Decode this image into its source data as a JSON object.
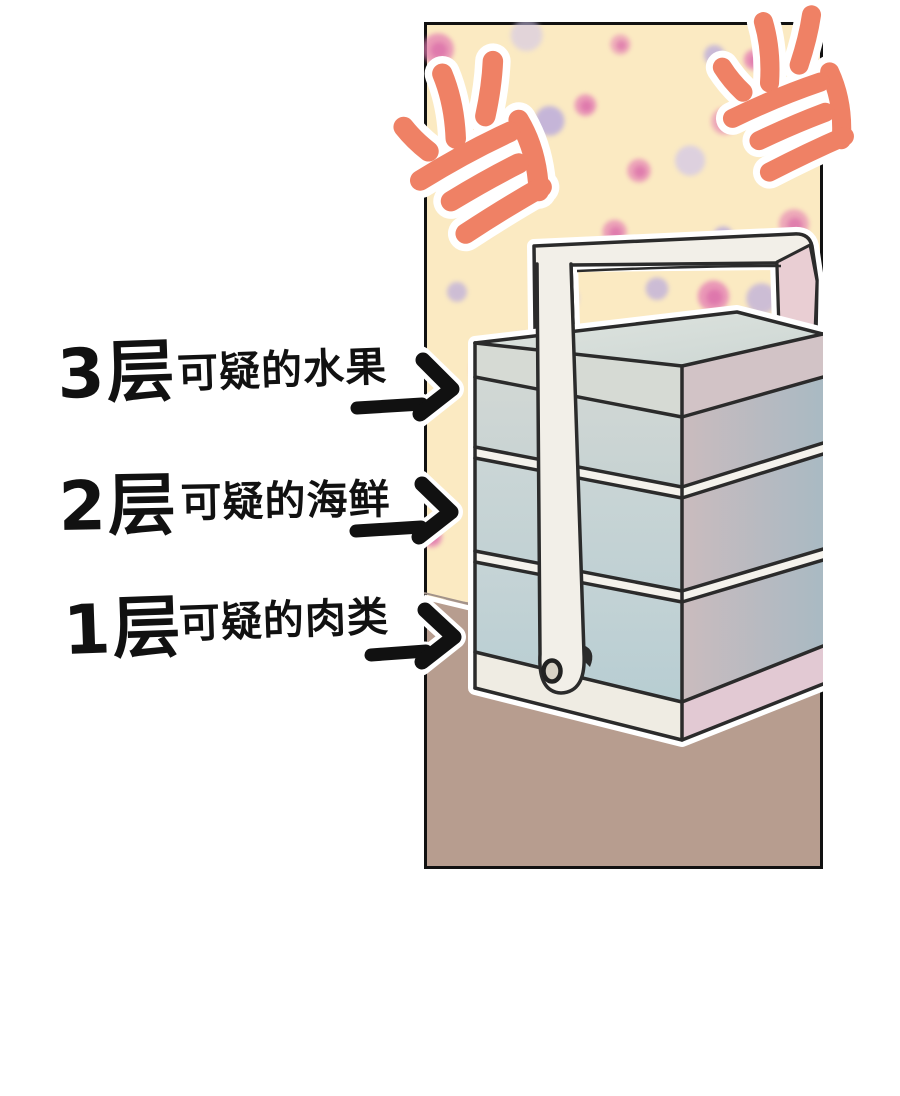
{
  "page": {
    "background": "#ffffff"
  },
  "panel": {
    "border_color": "#111111",
    "wall_color": "#fbeac2",
    "floor_color": "#b79d8f",
    "sfx": [
      {
        "text": "当"
      },
      {
        "text": "当"
      }
    ],
    "sfx_color": "#ef8165",
    "sfx_outline": "#ffffff"
  },
  "annotations": {
    "text_color": "#111111",
    "rows": [
      {
        "tier_label": "3层",
        "description": "可疑的水果"
      },
      {
        "tier_label": "2层",
        "description": "可疑的海鲜"
      },
      {
        "tier_label": "1层",
        "description": "可疑的肉类"
      }
    ]
  },
  "lunchbox": {
    "tiers": 3,
    "colors": {
      "lid_top_light": "#dfe4df",
      "lid_top_dark": "#ccd6d3",
      "lid_side_left": "#d6dad4",
      "lid_side_right": "#d2c3c6",
      "tier_front_top": "#ccd5d4",
      "tier_front_mid": "#c3d1d4",
      "tier_front_bottom": "#bccfd3",
      "side_gradient_near": "#cabbbe",
      "side_gradient_far": "#a9bac3",
      "base_front": "#efece3",
      "base_side": "#e2c9d3",
      "separator": "#f4f2ec",
      "handle": "#f2efe8",
      "handle_side": "#e9ced3",
      "outline": "#2b2b2b",
      "halo": "#ffffff"
    }
  },
  "wallpaper_dots": {
    "colors": [
      "#b3a4e0",
      "#e379b2",
      "#cfc4ec",
      "#b3a4e0",
      "#e379b2"
    ],
    "core_pink": "#d55fa5"
  }
}
